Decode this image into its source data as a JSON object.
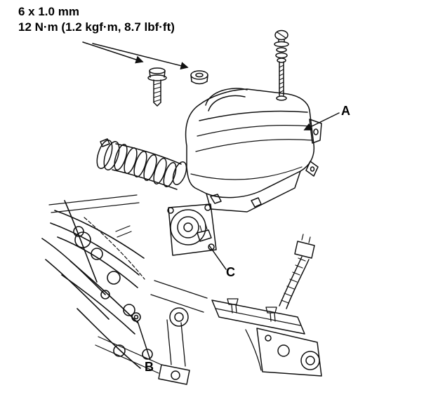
{
  "diagram": {
    "spec": {
      "size": "6 x 1.0 mm",
      "torque": "12 N·m (1.2 kgf·m, 8.7 lbf·ft)"
    },
    "callouts": {
      "a": "A",
      "b": "B",
      "c": "C"
    }
  }
}
